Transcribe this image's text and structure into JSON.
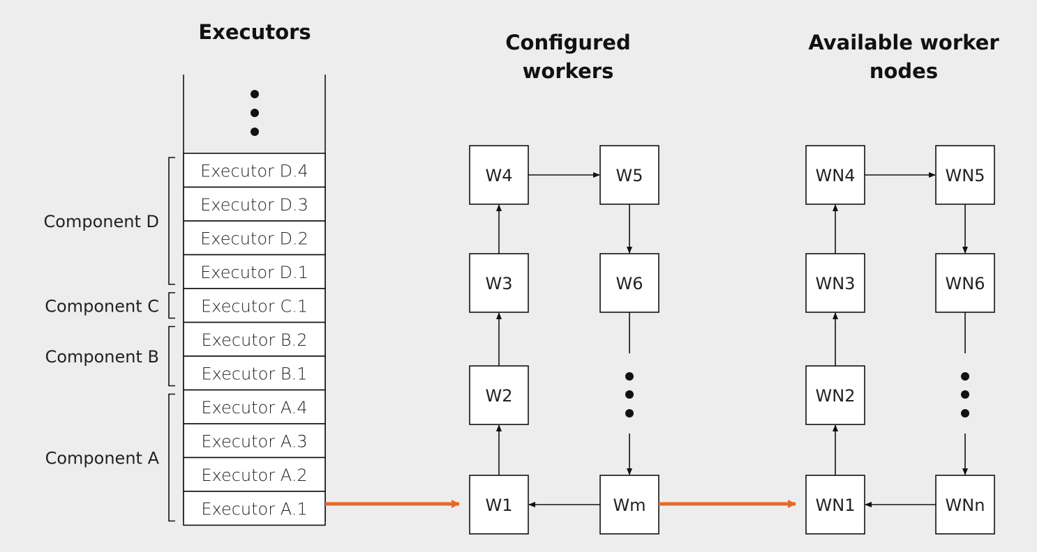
{
  "headings": {
    "executors": "Executors",
    "configured_line1": "Configured",
    "configured_line2": "workers",
    "available_line1": "Available worker",
    "available_line2": "nodes"
  },
  "executors": [
    "Executor D.4",
    "Executor D.3",
    "Executor D.2",
    "Executor D.1",
    "Executor C.1",
    "Executor B.2",
    "Executor B.1",
    "Executor A.4",
    "Executor A.3",
    "Executor A.2",
    "Executor A.1"
  ],
  "components": [
    {
      "label": "Component D",
      "executors": [
        "Executor D.4",
        "Executor D.3",
        "Executor D.2",
        "Executor D.1"
      ]
    },
    {
      "label": "Component C",
      "executors": [
        "Executor C.1"
      ]
    },
    {
      "label": "Component B",
      "executors": [
        "Executor B.2",
        "Executor B.1"
      ]
    },
    {
      "label": "Component A",
      "executors": [
        "Executor A.4",
        "Executor A.3",
        "Executor A.2",
        "Executor A.1"
      ]
    }
  ],
  "workers": {
    "w1": "W1",
    "w2": "W2",
    "w3": "W3",
    "w4": "W4",
    "w5": "W5",
    "w6": "W6",
    "wm": "Wm"
  },
  "nodes": {
    "wn1": "WN1",
    "wn2": "WN2",
    "wn3": "WN3",
    "wn4": "WN4",
    "wn5": "WN5",
    "wn6": "WN6",
    "wnn": "WNn"
  },
  "colors": {
    "background": "#ededed",
    "assignment_arrow": "#e8692a",
    "line": "#111111"
  }
}
